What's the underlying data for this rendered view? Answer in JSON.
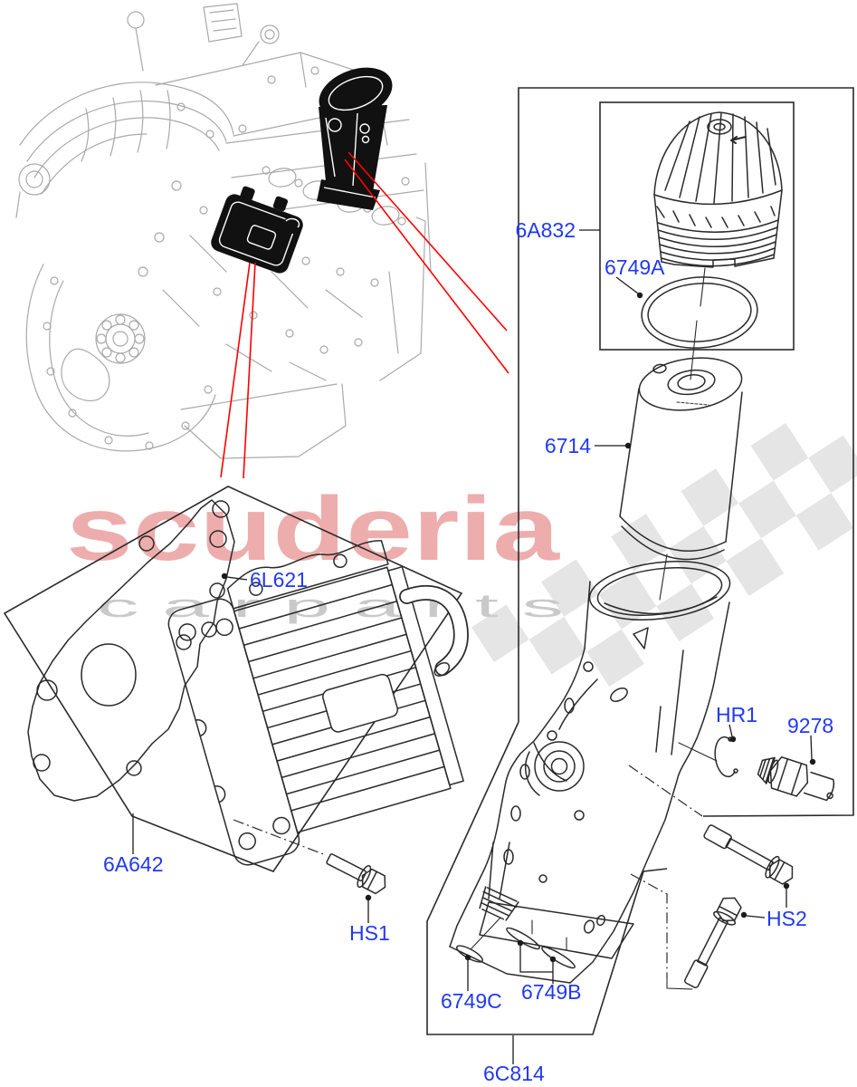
{
  "diagram": {
    "watermark": {
      "brand": "scuderia",
      "subbrand": "c a r   p a r t s"
    },
    "callouts": [
      {
        "id": "filter-cap",
        "text": "6A832"
      },
      {
        "id": "cap-o-ring",
        "text": "6749A"
      },
      {
        "id": "filter-element",
        "text": "6714"
      },
      {
        "id": "gasket",
        "text": "6L621"
      },
      {
        "id": "oil-cooler-kit",
        "text": "6A642"
      },
      {
        "id": "cooler-bolt",
        "text": "HS1"
      },
      {
        "id": "snap-ring",
        "text": "HR1"
      },
      {
        "id": "pressure-sensor",
        "text": "9278"
      },
      {
        "id": "housing-bolt",
        "text": "HS2"
      },
      {
        "id": "seal-c",
        "text": "6749C"
      },
      {
        "id": "seal-b",
        "text": "6749B"
      },
      {
        "id": "filter-housing",
        "text": "6C814"
      }
    ],
    "colors": {
      "label_blue": "#2139ee",
      "red_locator": "#ff0000",
      "artwork_ink": "#2a2a2a",
      "engine_gray": "#a9a9a9",
      "brand_pink": "#eeadad",
      "subbrand_gray": "#c9c9c9",
      "checker_gray": "#d0d0d0"
    }
  }
}
